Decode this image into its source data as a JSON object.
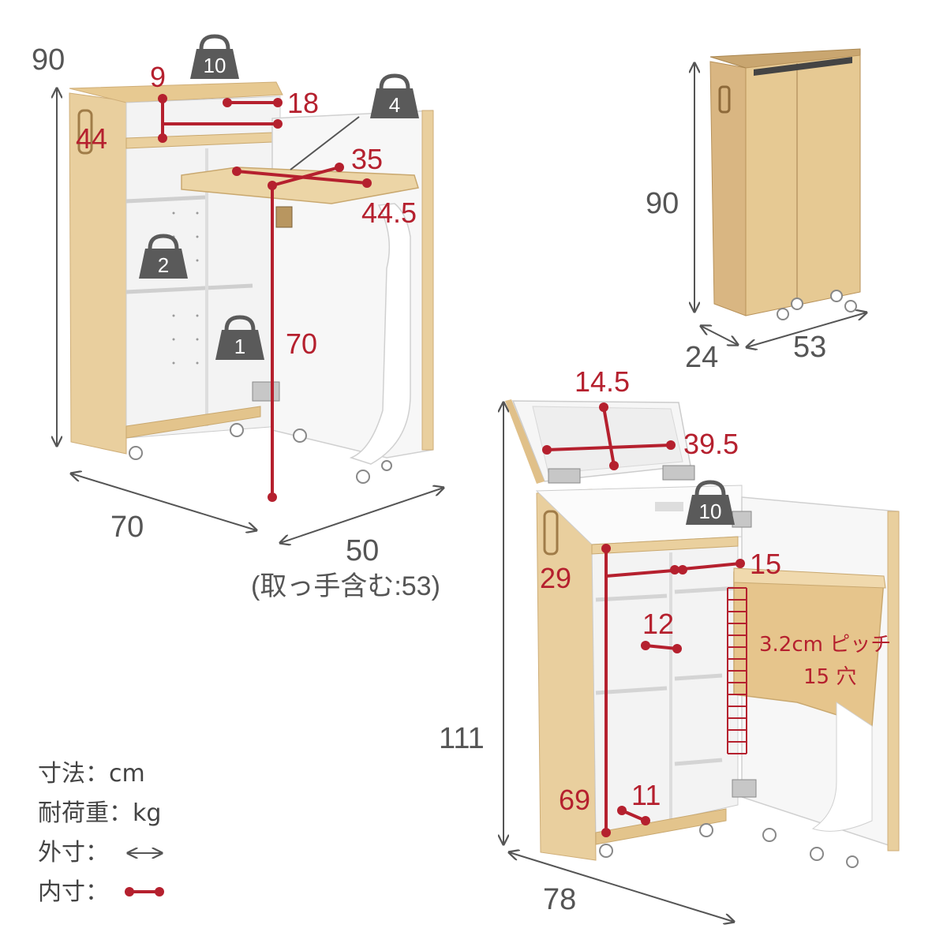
{
  "colors": {
    "accent_red": "#b5202e",
    "wood": "#e9cf9e",
    "wood_dark": "#d7b47c",
    "white_panel": "#f4f4f4",
    "gray_text": "#555555",
    "badge": "#5a5a5a"
  },
  "left_view": {
    "height_outer": "90",
    "width_outer": "70",
    "depth_outer": "50",
    "depth_note": "(取っ手含む:53)",
    "top_inner_height": "9",
    "top_inner_width": "44",
    "top_inner_depth": "18",
    "table_width": "35",
    "table_depth": "44.5",
    "table_height": "70",
    "load_top": "10",
    "load_table": "4",
    "load_shelf_upper": "2",
    "load_shelf_lower": "1"
  },
  "closed_view": {
    "height": "90",
    "depth": "24",
    "width": "53"
  },
  "right_view": {
    "height_outer": "111",
    "width_outer": "78",
    "mirror_height": "14.5",
    "mirror_width": "39.5",
    "load_top": "10",
    "inner_width": "29",
    "inner_depth": "15",
    "shelf_pitch_note_1": "3.2cm ピッチ",
    "shelf_pitch_note_2": "15 穴",
    "small_shelf_width": "12",
    "inner_height": "69",
    "bottom_width": "11"
  },
  "legend": {
    "unit_size": "寸法：cm",
    "unit_load": "耐荷重：kg",
    "outer_label": "外寸：",
    "inner_label": "内寸："
  }
}
